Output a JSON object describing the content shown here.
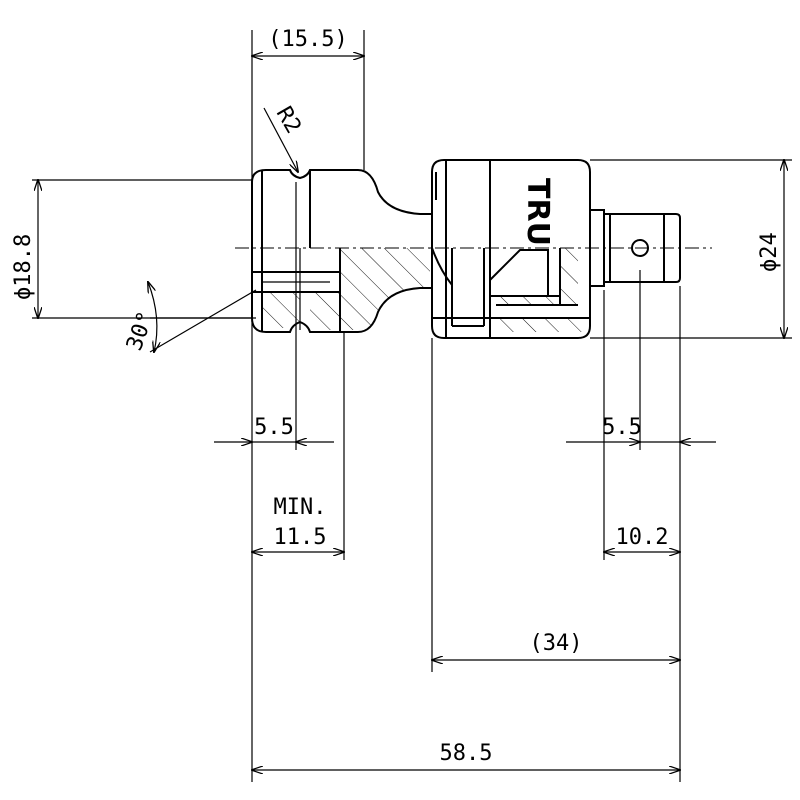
{
  "drawing": {
    "brand_mark": "TRU",
    "dimensions": {
      "socket_depth": "(15.5)",
      "radius": "R2",
      "socket_diameter": "ϕ18.8",
      "chamfer_angle": "30°",
      "body_diameter": "ϕ24",
      "left_offset": "5.5",
      "right_offset": "5.5",
      "min_label": "MIN.",
      "min_depth": "11.5",
      "square_length": "10.2",
      "head_length": "(34)",
      "overall_length": "58.5"
    }
  }
}
